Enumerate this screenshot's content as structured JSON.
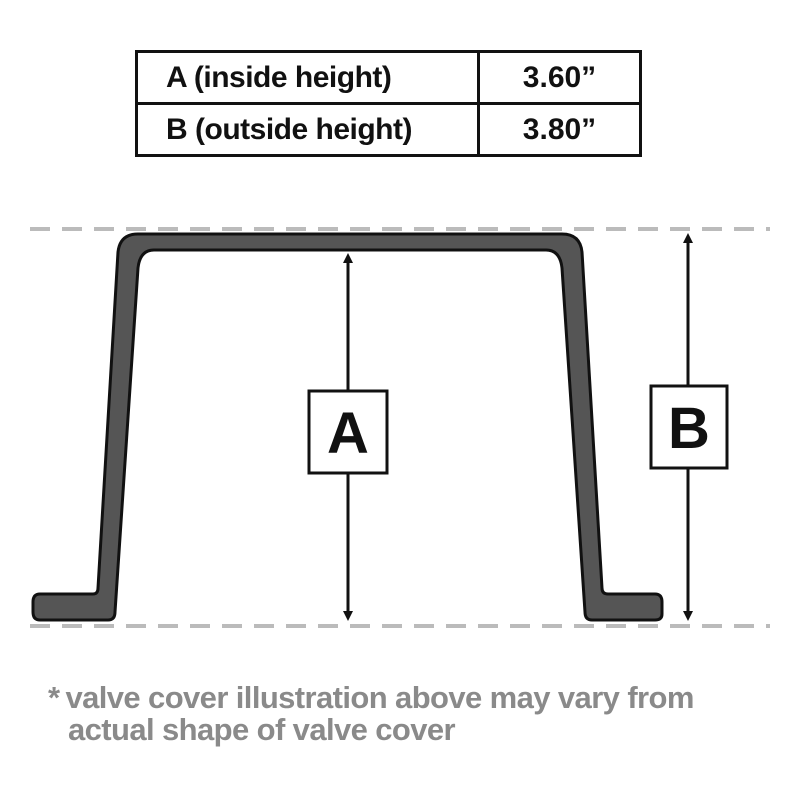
{
  "spec_table": {
    "rows": [
      {
        "label": "A (inside height)",
        "value": "3.60”"
      },
      {
        "label": "B (outside height)",
        "value": "3.80”"
      }
    ]
  },
  "diagram": {
    "label_a": "A",
    "label_b": "B",
    "colors": {
      "cover_fill": "#555555",
      "outline": "#111111",
      "dashed_guide": "#bbbbbb",
      "footnote_text": "#8a8a8a"
    }
  },
  "footnote": {
    "marker": "*",
    "line1": "valve cover illustration above may vary from",
    "line2": "actual shape of valve cover"
  }
}
